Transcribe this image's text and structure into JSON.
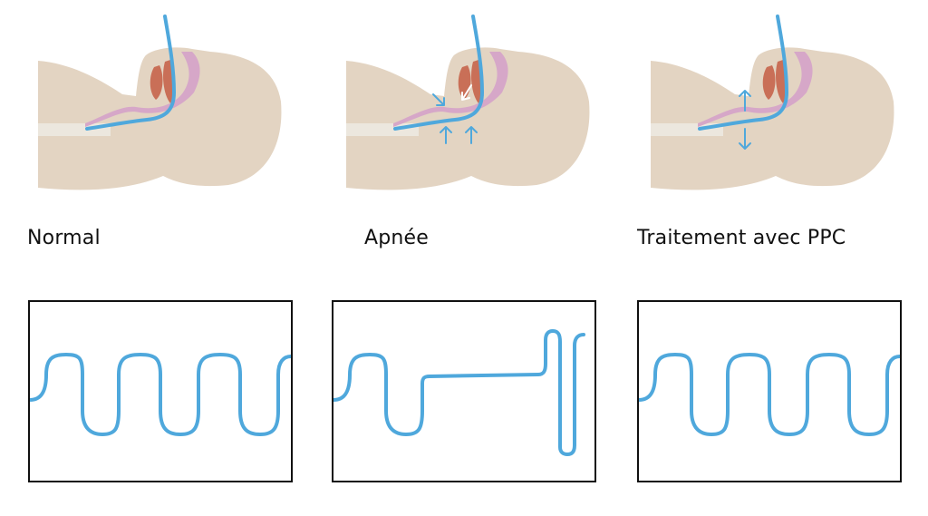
{
  "panels": [
    {
      "label": "Normal",
      "state": "normal"
    },
    {
      "label": "Apnée",
      "state": "apnea"
    },
    {
      "label": "Traitement avec PPC",
      "state": "cpap"
    }
  ],
  "colors": {
    "skin": "#e3d4c2",
    "throat_light": "#ece7de",
    "airway_pink": "#d6a7c8",
    "turbinates": "#c96f57",
    "airflow_blue": "#4fa8dc",
    "arrow_white": "#ffffff",
    "frame": "#111111"
  }
}
